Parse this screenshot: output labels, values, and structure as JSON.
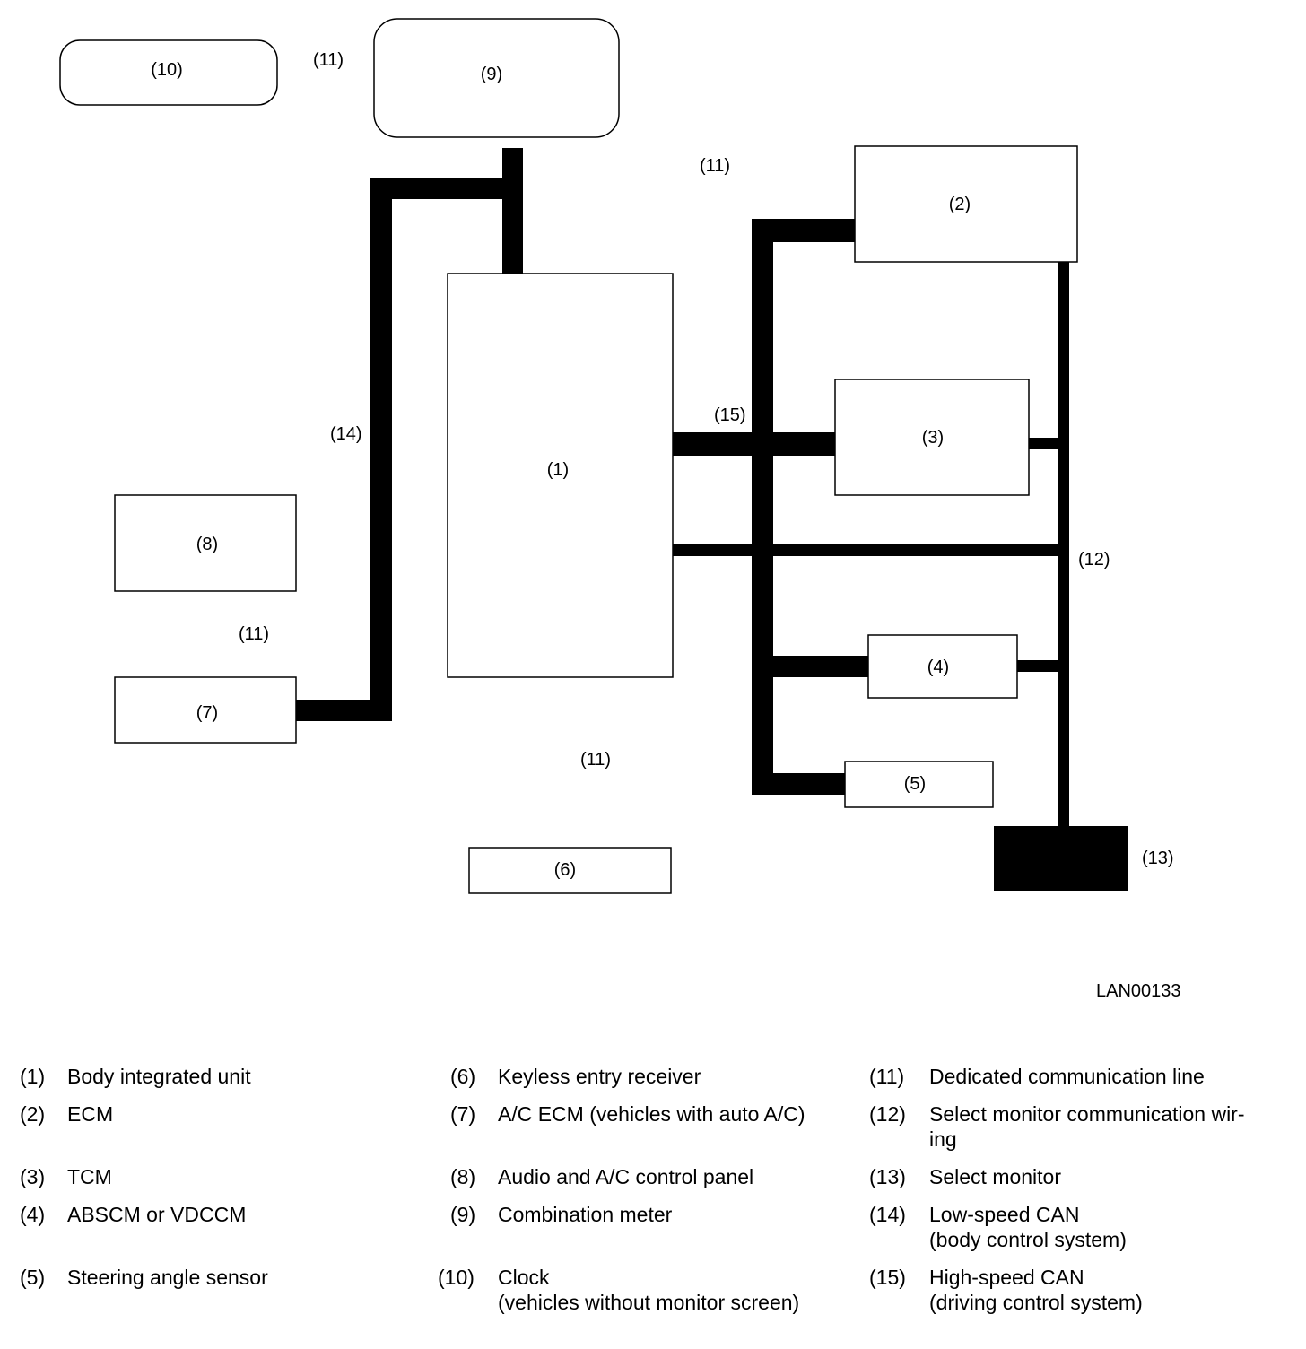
{
  "diagram": {
    "nodes": {
      "n1": "(1)",
      "n2": "(2)",
      "n3": "(3)",
      "n4": "(4)",
      "n5": "(5)",
      "n6": "(6)",
      "n7": "(7)",
      "n8": "(8)",
      "n9": "(9)",
      "n10": "(10)",
      "n13": "(13)"
    },
    "callouts": {
      "c11a": "(11)",
      "c11b": "(11)",
      "c11c": "(11)",
      "c11d": "(11)",
      "c12": "(12)",
      "c14": "(14)",
      "c15": "(15)"
    }
  },
  "figure_code": "LAN00133",
  "legend": [
    {
      "num": "(1)",
      "text": "Body integrated unit"
    },
    {
      "num": "(2)",
      "text": "ECM"
    },
    {
      "num": "(3)",
      "text": "TCM"
    },
    {
      "num": "(4)",
      "text": "ABSCM or VDCCM"
    },
    {
      "num": "(5)",
      "text": "Steering angle sensor"
    },
    {
      "num": "(6)",
      "text": "Keyless entry receiver"
    },
    {
      "num": "(7)",
      "text": "A/C ECM (vehicles with auto A/C)"
    },
    {
      "num": "(8)",
      "text": "Audio and A/C control panel"
    },
    {
      "num": "(9)",
      "text": "Combination meter"
    },
    {
      "num": "(10)",
      "text": "Clock",
      "text2": "(vehicles without monitor screen)"
    },
    {
      "num": "(11)",
      "text": "Dedicated communication line"
    },
    {
      "num": "(12)",
      "text": "Select monitor communication wir-",
      "text2": "ing"
    },
    {
      "num": "(13)",
      "text": "Select monitor"
    },
    {
      "num": "(14)",
      "text": "Low-speed CAN",
      "text2": "(body control system)"
    },
    {
      "num": "(15)",
      "text": "High-speed CAN",
      "text2": "(driving control system)"
    }
  ]
}
